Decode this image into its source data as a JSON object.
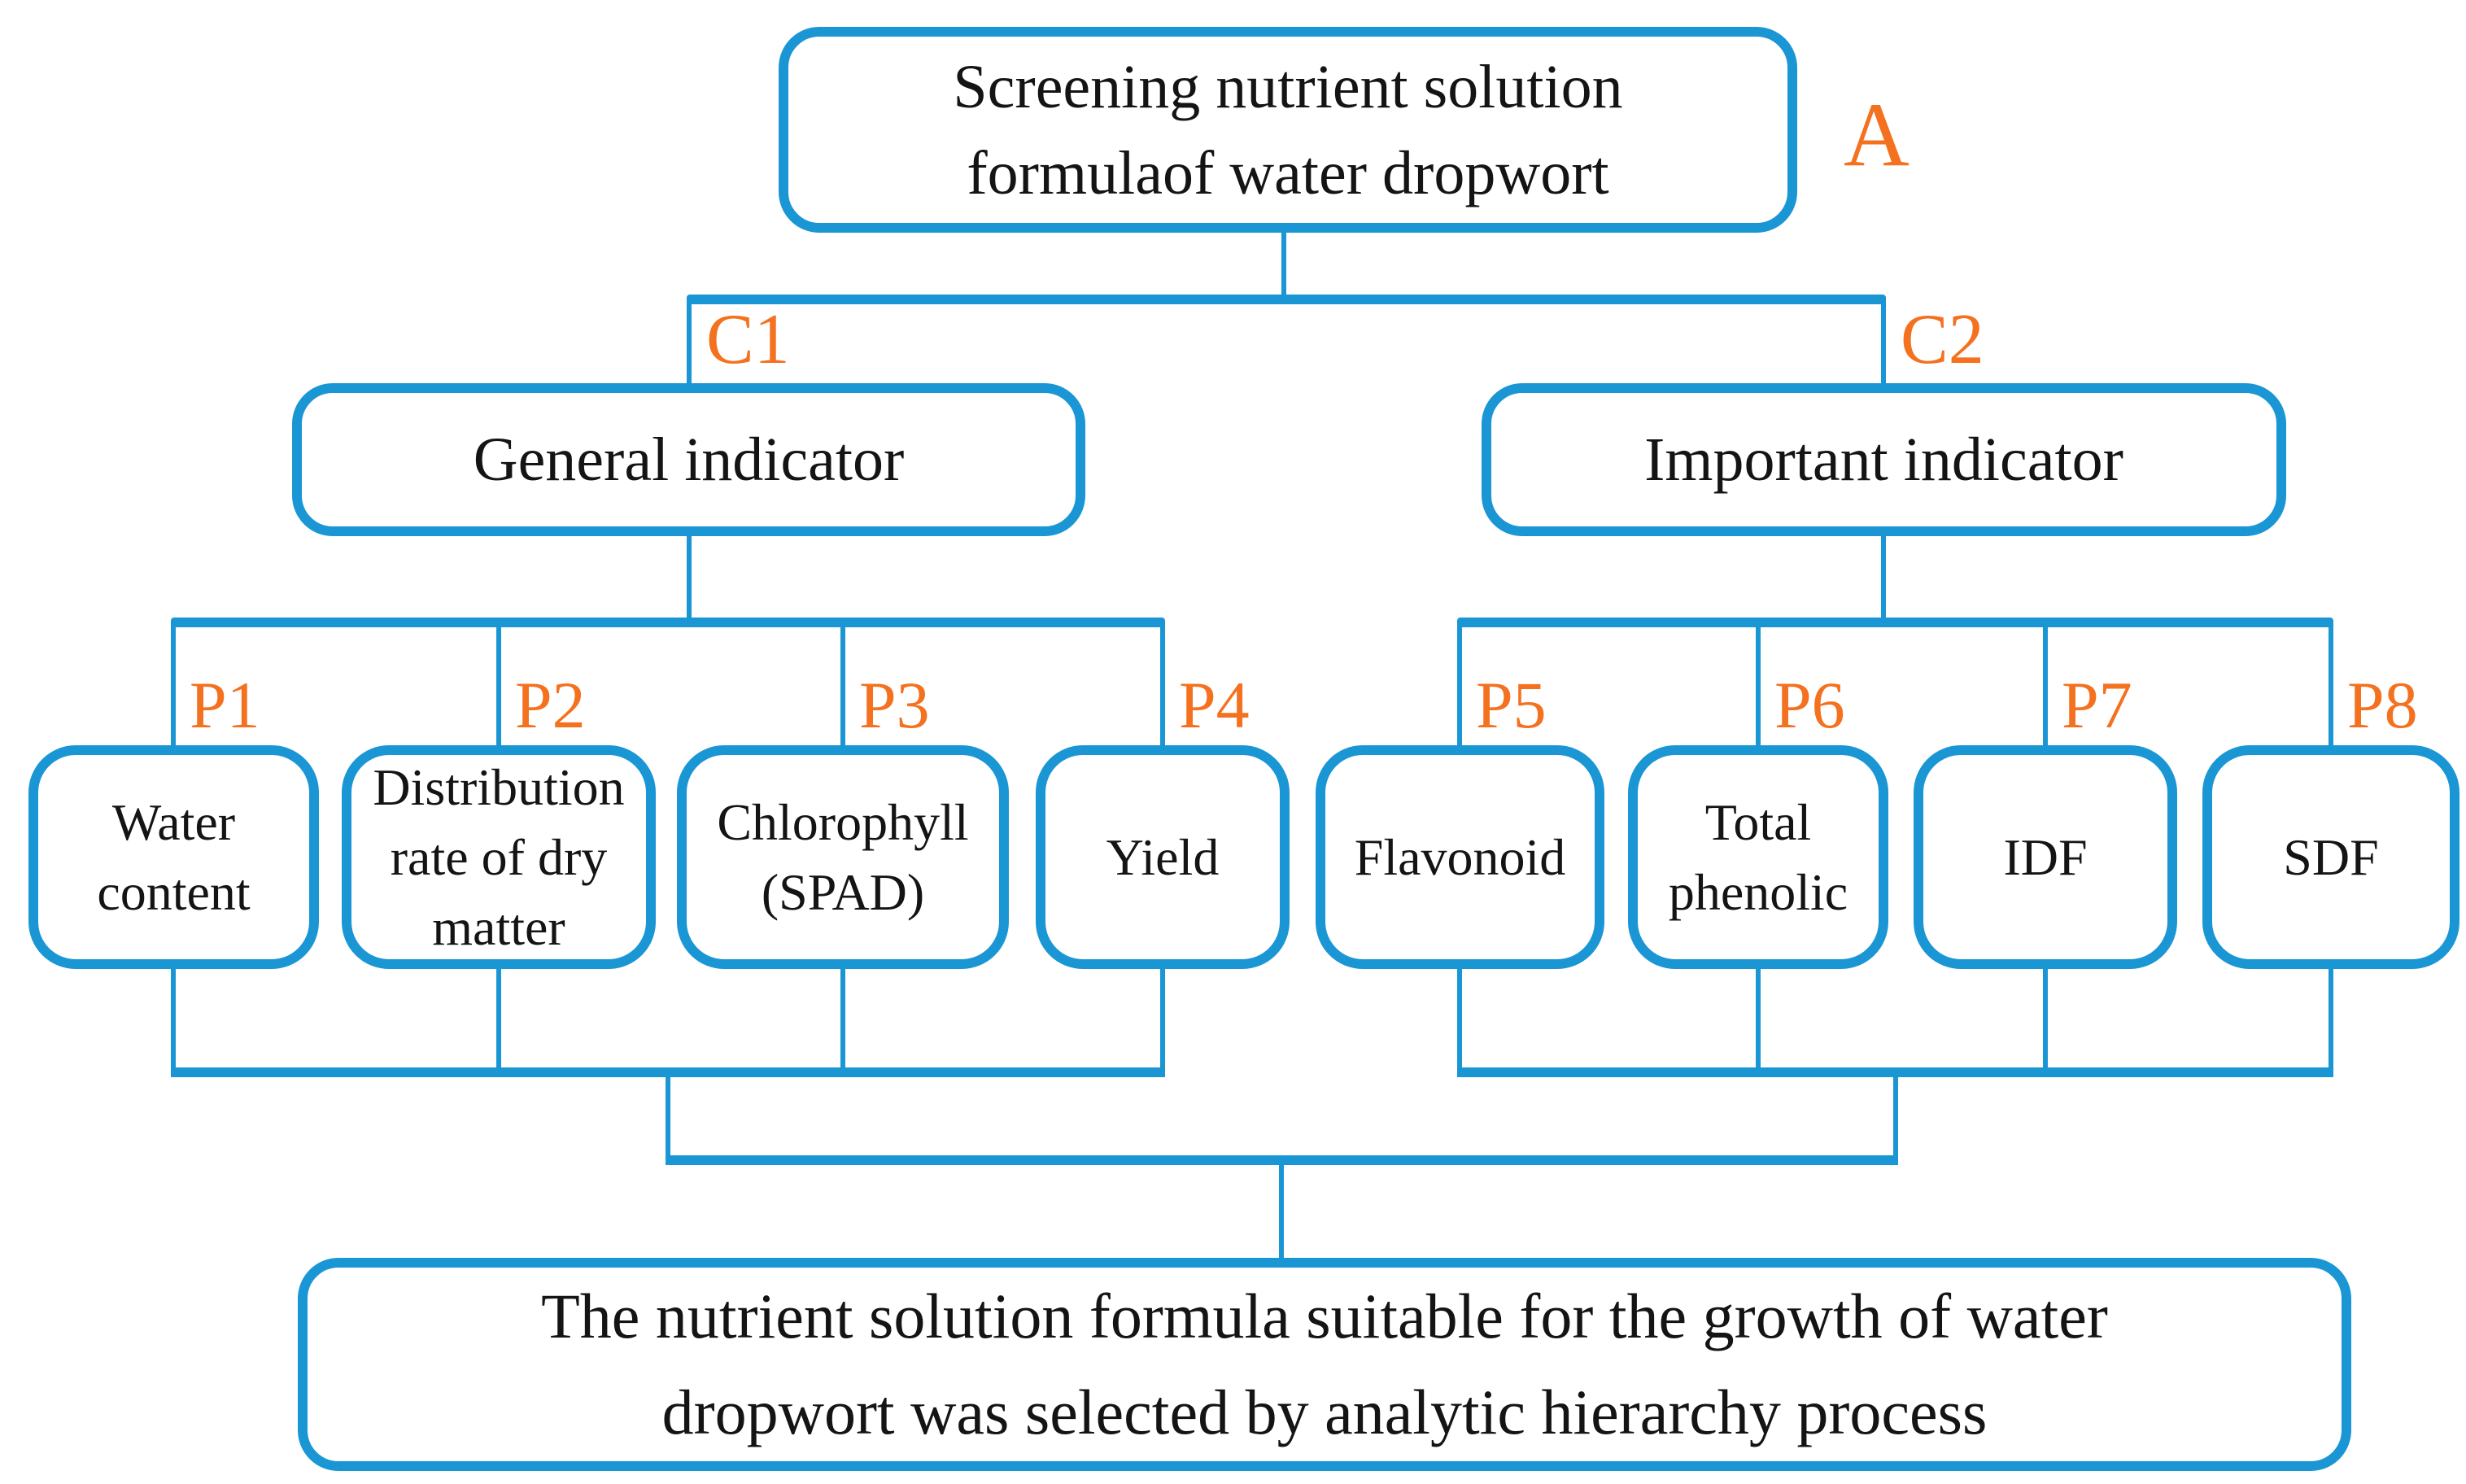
{
  "colors": {
    "line_blue": "#1b96d5",
    "label_orange": "#f4711f",
    "text_black": "#141414",
    "background": "#ffffff"
  },
  "nodes": {
    "goal": {
      "tag": "A",
      "lines": [
        "Screening nutrient solution",
        "formulaof water dropwort"
      ]
    },
    "c1": {
      "tag": "C1",
      "lines": [
        "General indicator"
      ]
    },
    "c2": {
      "tag": "C2",
      "lines": [
        "Important indicator"
      ]
    },
    "p1": {
      "tag": "P1",
      "lines": [
        "Water",
        "content"
      ]
    },
    "p2": {
      "tag": "P2",
      "lines": [
        "Distribution",
        "rate of dry",
        "matter"
      ]
    },
    "p3": {
      "tag": "P3",
      "lines": [
        "Chlorophyll",
        "(SPAD)"
      ]
    },
    "p4": {
      "tag": "P4",
      "lines": [
        "Yield"
      ]
    },
    "p5": {
      "tag": "P5",
      "lines": [
        "Flavonoid"
      ]
    },
    "p6": {
      "tag": "P6",
      "lines": [
        "Total",
        "phenolic"
      ]
    },
    "p7": {
      "tag": "P7",
      "lines": [
        "IDF"
      ]
    },
    "p8": {
      "tag": "P8",
      "lines": [
        "SDF"
      ]
    },
    "result": {
      "lines": [
        "The nutrient solution formula suitable for the growth of water",
        "dropwort was selected by analytic hierarchy process"
      ]
    }
  }
}
